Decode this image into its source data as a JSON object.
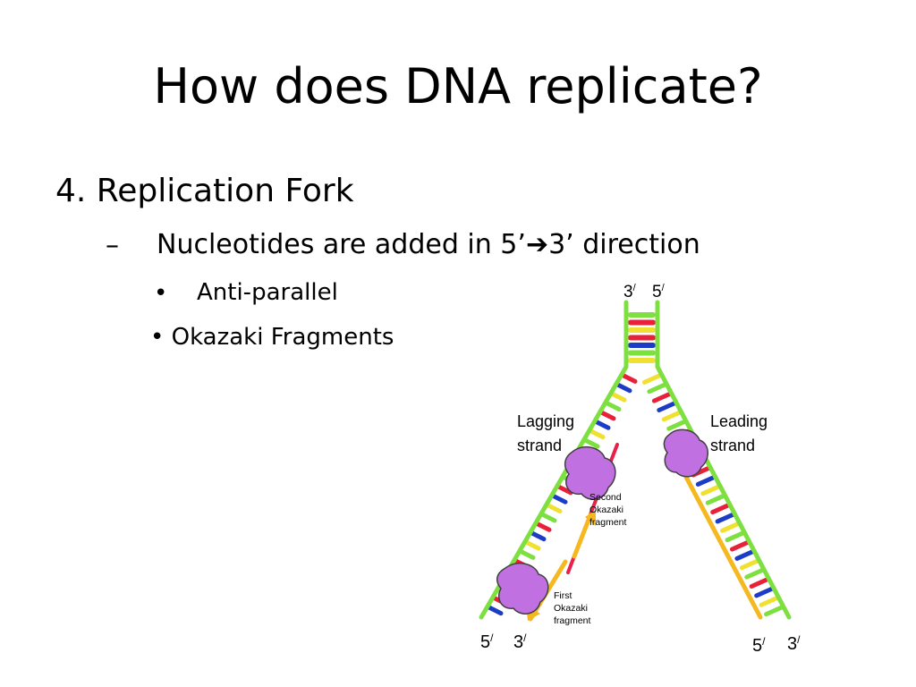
{
  "slide": {
    "title": "How does DNA replicate?",
    "point": "4. Replication Fork",
    "sub_dash": "–",
    "sub_text_before": "Nucleotides are added in 5’",
    "sub_arrow": "➔",
    "sub_text_after": "3’ direction",
    "bullet_symbol": "•",
    "bullet1": "Anti-parallel",
    "bullet2_bold": "Okazaki",
    "bullet2_rest": " Fragments"
  },
  "diagram": {
    "top_left_end": "3",
    "top_right_end": "5",
    "prime_mark": "/",
    "lagging_line1": "Lagging",
    "lagging_line2": "strand",
    "leading_line1": "Leading",
    "leading_line2": "strand",
    "second_frag_1": "Second",
    "second_frag_2": "Okazaki",
    "second_frag_3": "fragment",
    "first_frag_1": "First",
    "first_frag_2": "Okazaki",
    "first_frag_3": "fragment",
    "bottom_left_a": "5",
    "bottom_left_b": "3",
    "bottom_right_a": "5",
    "bottom_right_b": "3",
    "colors": {
      "parental_strand": "#7ee040",
      "new_strand": "#f5b820",
      "okazaki_red": "#e8204a",
      "enzyme": "#c070e0",
      "enzyme_outline": "#404040"
    }
  }
}
